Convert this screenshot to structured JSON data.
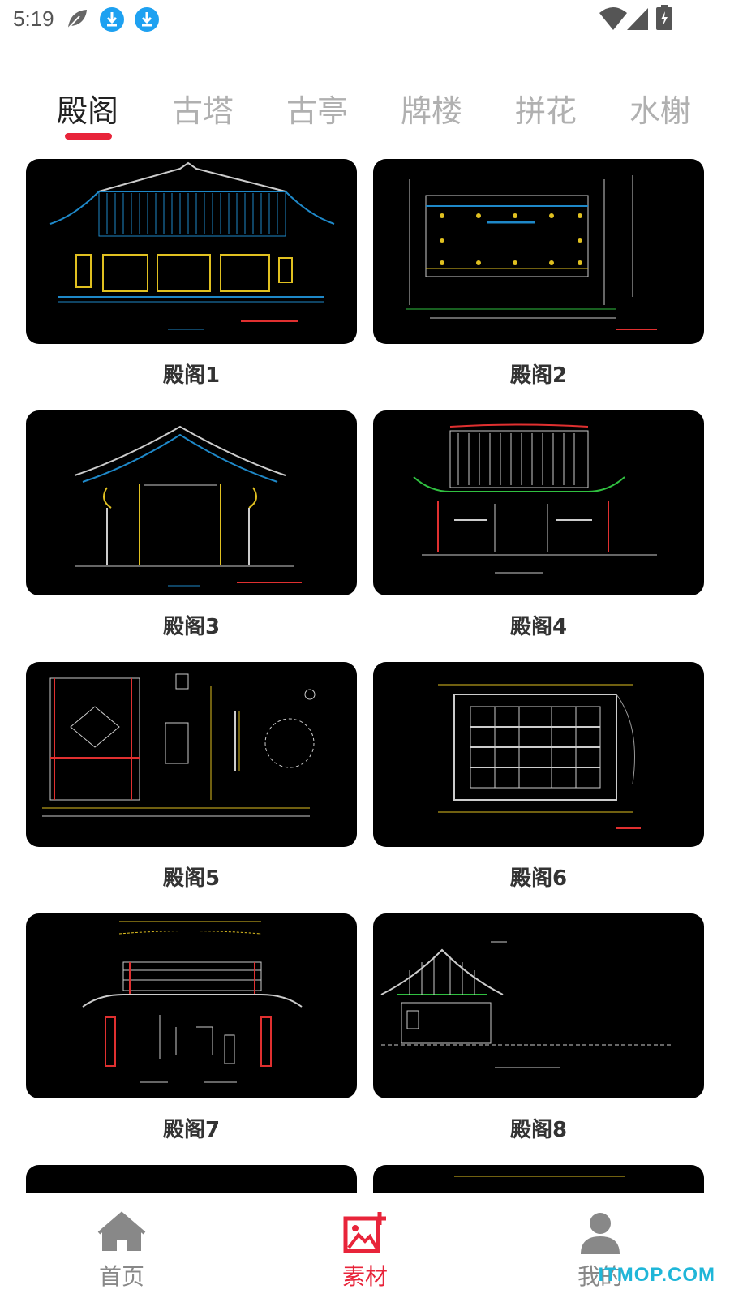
{
  "status_bar": {
    "time": "5:19",
    "icons": [
      "leaf-icon",
      "download-icon",
      "download-icon",
      "wifi-icon",
      "signal-icon",
      "battery-icon"
    ]
  },
  "tabs": [
    {
      "label": "殿阁",
      "active": true
    },
    {
      "label": "古塔",
      "active": false
    },
    {
      "label": "古亭",
      "active": false
    },
    {
      "label": "牌楼",
      "active": false
    },
    {
      "label": "拼花",
      "active": false
    },
    {
      "label": "水榭",
      "active": false
    }
  ],
  "items": [
    {
      "title": "殿阁1"
    },
    {
      "title": "殿阁2"
    },
    {
      "title": "殿阁3"
    },
    {
      "title": "殿阁4"
    },
    {
      "title": "殿阁5"
    },
    {
      "title": "殿阁6"
    },
    {
      "title": "殿阁7"
    },
    {
      "title": "殿阁8"
    }
  ],
  "bottom_nav": [
    {
      "label": "首页",
      "icon": "home-icon",
      "active": false
    },
    {
      "label": "素材",
      "icon": "image-add-icon",
      "active": true
    },
    {
      "label": "我的",
      "icon": "user-icon",
      "active": false
    }
  ],
  "watermark": "ITMOP.COM",
  "colors": {
    "accent": "#e8243a",
    "tab_inactive": "#b0b0b0",
    "tab_active": "#222222",
    "thumb_bg": "#000000",
    "watermark": "#1fb6d8"
  }
}
